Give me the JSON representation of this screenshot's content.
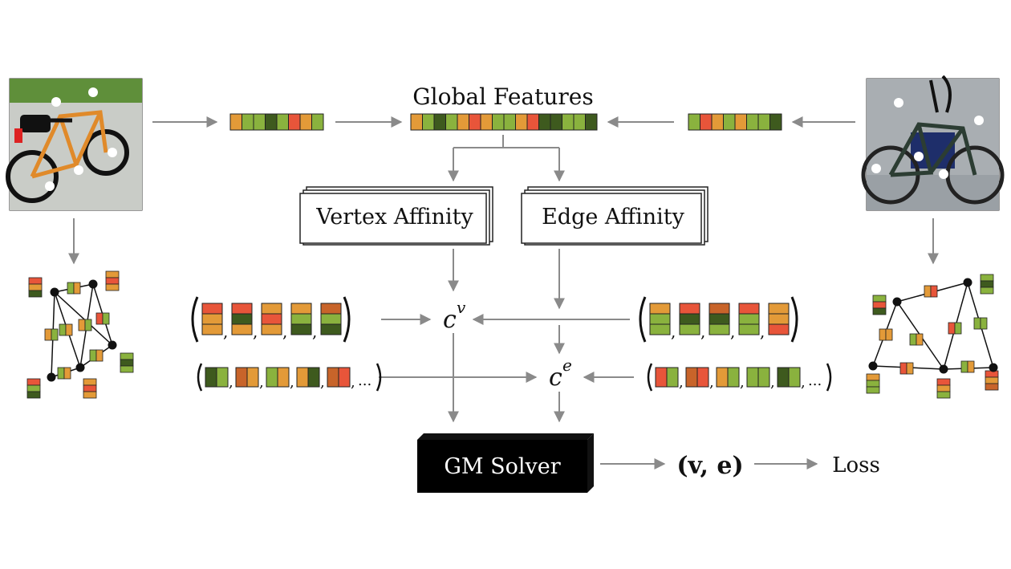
{
  "labels": {
    "global_features": "Global Features",
    "vertex_affinity": "Vertex Affinity",
    "edge_affinity": "Edge Affinity",
    "gm_solver": "GM Solver",
    "cv_base": "c",
    "cv_sup": "v",
    "ce_base": "c",
    "ce_sup": "e",
    "solution_tuple": "(v, e)",
    "loss": "Loss",
    "ellipsis": "...",
    "comma": ","
  },
  "colors": {
    "dark_green": "#3e5a1e",
    "light_green": "#8ab23e",
    "orange": "#e39a38",
    "red": "#e8553a",
    "dark_orange": "#c8642a",
    "arrow": "#8a8a8a",
    "solver_fill": "#000000"
  },
  "feature_vectors": {
    "left_small": [
      "orange",
      "light_green",
      "light_green",
      "dark_green",
      "light_green",
      "red",
      "orange",
      "light_green"
    ],
    "global": [
      "orange",
      "light_green",
      "dark_green",
      "light_green",
      "orange",
      "red",
      "orange",
      "light_green",
      "light_green",
      "orange",
      "red",
      "dark_green",
      "dark_green",
      "light_green",
      "light_green",
      "dark_green"
    ],
    "right_small": [
      "light_green",
      "red",
      "orange",
      "light_green",
      "orange",
      "light_green",
      "light_green",
      "dark_green"
    ]
  },
  "vertex_tuples": {
    "left": [
      [
        "red",
        "orange",
        "orange"
      ],
      [
        "red",
        "dark_green",
        "orange"
      ],
      [
        "orange",
        "red",
        "orange"
      ],
      [
        "orange",
        "light_green",
        "dark_green"
      ],
      [
        "dark_orange",
        "light_green",
        "dark_green"
      ]
    ],
    "right": [
      [
        "orange",
        "light_green",
        "light_green"
      ],
      [
        "red",
        "dark_green",
        "light_green"
      ],
      [
        "dark_orange",
        "dark_green",
        "light_green"
      ],
      [
        "red",
        "light_green",
        "light_green"
      ],
      [
        "orange",
        "orange",
        "red"
      ]
    ]
  },
  "edge_tuples": {
    "left": [
      [
        "dark_green",
        "light_green"
      ],
      [
        "dark_orange",
        "orange"
      ],
      [
        "light_green",
        "orange"
      ],
      [
        "orange",
        "dark_green"
      ],
      [
        "dark_orange",
        "red"
      ]
    ],
    "right": [
      [
        "red",
        "light_green"
      ],
      [
        "dark_orange",
        "red"
      ],
      [
        "orange",
        "light_green"
      ],
      [
        "light_green",
        "light_green"
      ],
      [
        "dark_green",
        "light_green"
      ]
    ]
  },
  "images": {
    "left": "orange-bicycle-photo",
    "right": "black-bicycle-photo"
  }
}
